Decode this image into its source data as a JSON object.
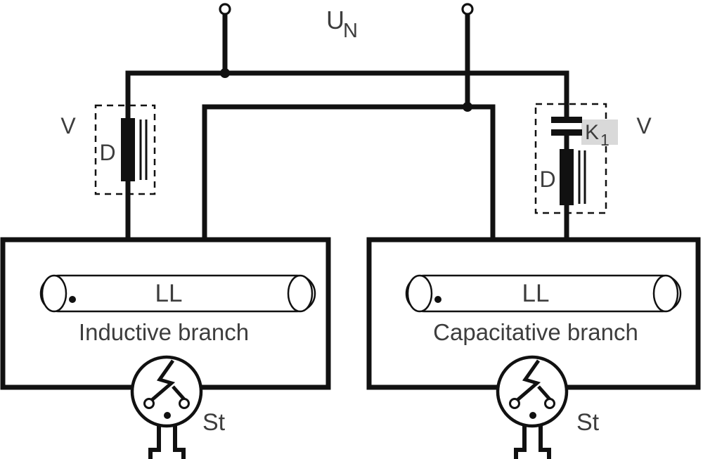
{
  "labels": {
    "supply": {
      "base": "U",
      "subscript": "N"
    },
    "left": {
      "box": "V",
      "ballast": "D",
      "lamp": "LL",
      "branch": "Inductive branch",
      "starter": "St"
    },
    "right": {
      "box": "V",
      "ballast": "D",
      "capacitor_base": "K",
      "capacitor_subscript": "1",
      "lamp": "LL",
      "branch": "Capacitative branch",
      "starter": "St"
    }
  },
  "colors": {
    "wire": "#111111",
    "text": "#3d3d3d",
    "label_bg": "#d9d9d9",
    "background": "#ffffff"
  }
}
